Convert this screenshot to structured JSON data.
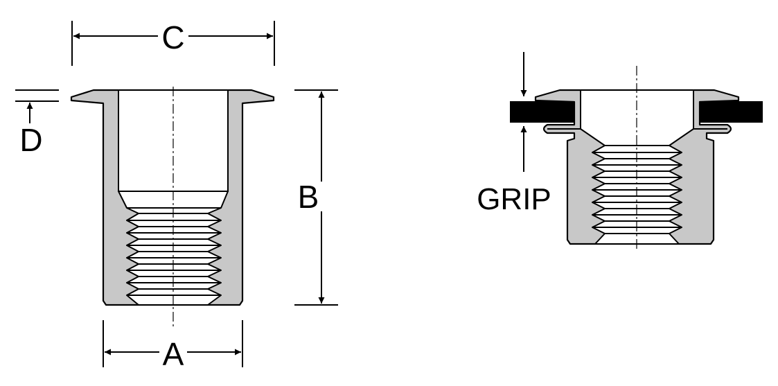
{
  "labels": {
    "a": "A",
    "b": "B",
    "c": "C",
    "d": "D",
    "grip": "GRIP"
  },
  "colors": {
    "body_fill": "#c8c8c8",
    "workpiece": "#000000",
    "stroke": "#000000",
    "background": "#ffffff"
  }
}
